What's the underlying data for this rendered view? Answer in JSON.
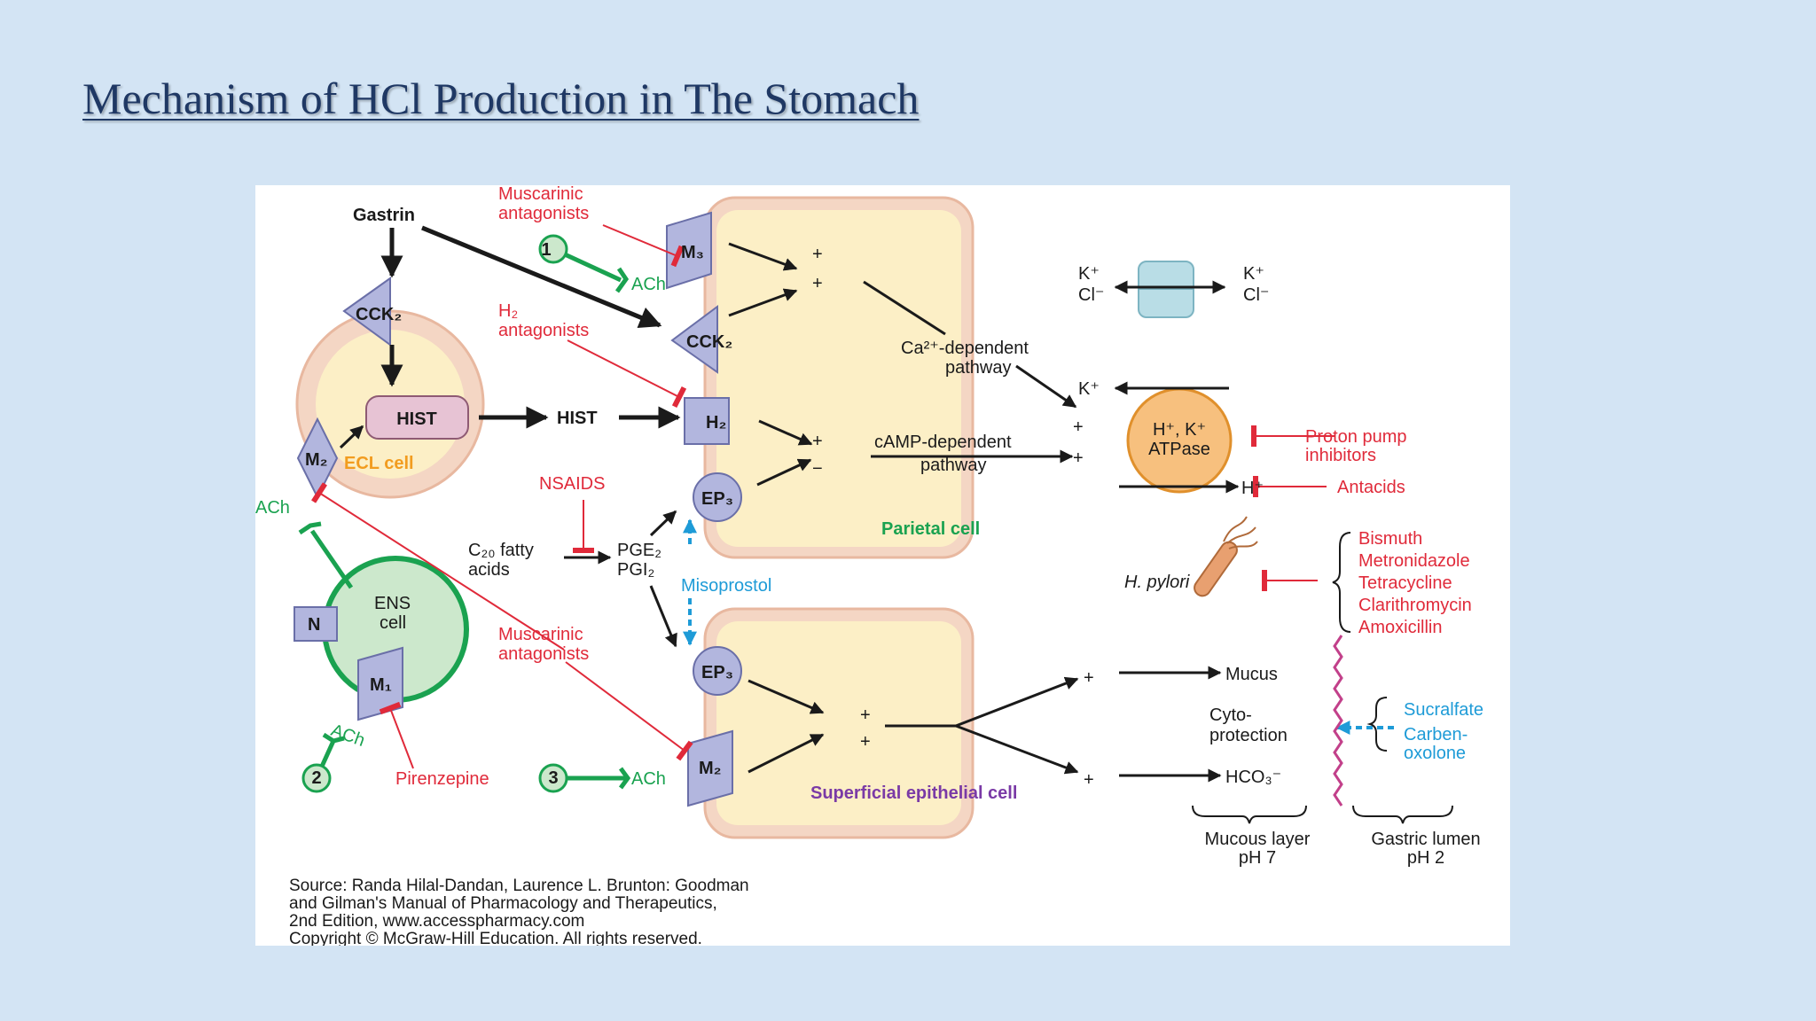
{
  "slide": {
    "title": "Mechanism of HCl Production in The Stomach"
  },
  "diagram": {
    "gastrin": "Gastrin",
    "receptors": {
      "cck2_ecl": "CCK₂",
      "cck2_parietal": "CCK₂",
      "m3": "M₃",
      "h2": "H₂",
      "ep3_top": "EP₃",
      "ep3_bottom": "EP₃",
      "m_ecl": "M₂",
      "m_epithelial": "M₂",
      "m1": "M₁",
      "n": "N"
    },
    "cells": {
      "ecl": "ECL cell",
      "parietal": "Parietal cell",
      "superficial": "Superficial epithelial cell",
      "ens_line1": "ENS",
      "ens_line2": "cell"
    },
    "hist_box": "HIST",
    "hist_text": "HIST",
    "ach": "ACh",
    "numbers": [
      "1",
      "2",
      "3"
    ],
    "inhibitors": {
      "muscarinic_top_1": "Muscarinic",
      "muscarinic_top_2": "antagonists",
      "h2_1": "H₂",
      "h2_2": "antagonists",
      "nsaids": "NSAIDS",
      "muscarinic_mid_1": "Muscarinic",
      "muscarinic_mid_2": "antagonists",
      "pirenzepine": "Pirenzepine",
      "ppi_1": "Proton pump",
      "ppi_2": "inhibitors",
      "antacids": "Antacids"
    },
    "pathways": {
      "ca_1": "Ca²⁺-dependent",
      "ca_2": "pathway",
      "camp_1": "cAMP-dependent",
      "camp_2": "pathway"
    },
    "ions": {
      "k_left": "K⁺",
      "cl_left": "Cl⁻",
      "k_right": "K⁺",
      "cl_right": "Cl⁻",
      "k_pump": "K⁺",
      "h_out": "H⁺"
    },
    "atpase_1": "H⁺, K⁺",
    "atpase_2": "ATPase",
    "fatty_1": "C₂₀ fatty",
    "fatty_2": "acids",
    "pge2": "PGE₂",
    "pgi2": "PGI₂",
    "misoprostol": "Misoprostol",
    "hpylori": "H. pylori",
    "antibiotics": [
      "Bismuth",
      "Metronidazole",
      "Tetracycline",
      "Clarithromycin",
      "Amoxicillin"
    ],
    "mucus": "Mucus",
    "cyto_1": "Cyto-",
    "cyto_2": "protection",
    "hco3": "HCO₃⁻",
    "sucralfate": "Sucralfate",
    "carben_1": "Carben-",
    "carben_2": "oxolone",
    "mucous_layer_1": "Mucous layer",
    "mucous_layer_2": "pH 7",
    "lumen_1": "Gastric lumen",
    "lumen_2": "pH 2",
    "plus": "+",
    "minus": "−",
    "source": [
      "Source: Randa Hilal-Dandan, Laurence L. Brunton: Goodman",
      "and Gilman's Manual of Pharmacology and Therapeutics,",
      "2nd Edition, www.accesspharmacy.com",
      "Copyright © McGraw-Hill Education. All rights reserved."
    ]
  },
  "colors": {
    "title": "#1f3864",
    "background": "#d3e4f4",
    "inhibitor": "#e02a3a",
    "ach": "#1aa250",
    "drug_blue": "#1e9bd7",
    "ecl_label": "#f29c1f",
    "epithelial_label": "#7a3aa6"
  }
}
